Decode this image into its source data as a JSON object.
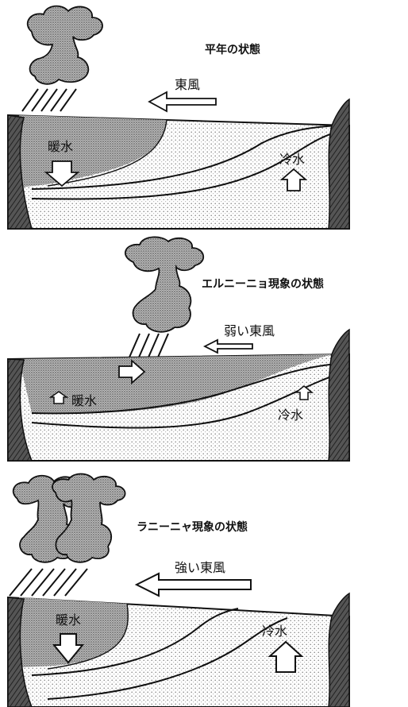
{
  "colors": {
    "ink": "#111111",
    "paper": "#ffffff",
    "stipple": "#8a8a8a",
    "dense_stipple": "#4a4a4a",
    "wall": "#3a3a3a"
  },
  "panels": [
    {
      "title": "平年の状態",
      "wind": "東風",
      "warm": "暖水",
      "cold": "冷水"
    },
    {
      "title": "エルニーニョ現象の状態",
      "wind": "弱い東風",
      "warm": "暖水",
      "cold": "冷水"
    },
    {
      "title": "ラニーニャ現象の状態",
      "wind": "強い東風",
      "warm": "暖水",
      "cold": "冷水"
    }
  ]
}
